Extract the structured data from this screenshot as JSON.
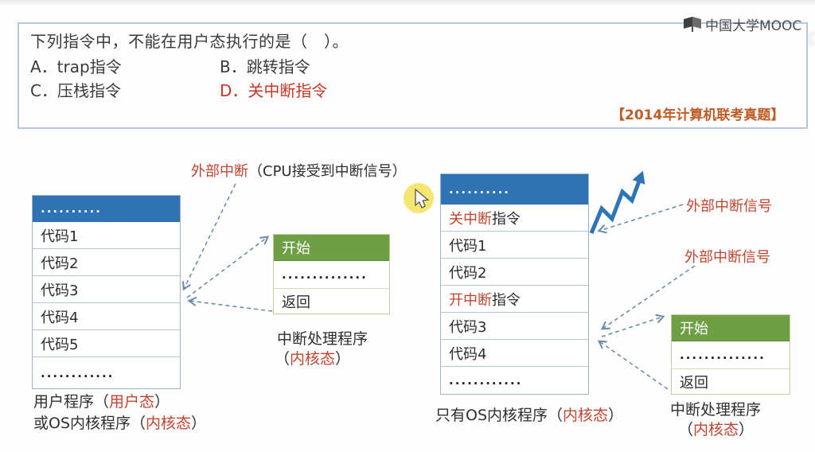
{
  "colors": {
    "header_blue": "#2e74b5",
    "header_green": "#6f9f45",
    "diagram_red": "#c0452e",
    "answer_red": "#cb3524",
    "source_orange": "#c05b25",
    "box_border": "#b3c6de",
    "arrow_gray_blue": "#6e8cab",
    "zigzag_blue": "#2e75b6",
    "cursor_yellow": "#f4e35e"
  },
  "question_box": {
    "title": "下列指令中，不能在用户态执行的是（　）。",
    "option_a": "A．trap指令",
    "option_b": "B．跳转指令",
    "option_c": "C．压栈指令",
    "option_d": "D．关中断指令",
    "source": "【2014年计算机联考真题】"
  },
  "logo": {
    "text": "中国大学MOOC"
  },
  "labels": {
    "ext_interrupt": {
      "red": "外部中断",
      "rest": "（CPU接受到中断信号）"
    },
    "signal1": "外部中断信号",
    "signal2": "外部中断信号",
    "user_prog_line1": {
      "pre": "用户程序（",
      "red": "用户态",
      "post": "）"
    },
    "user_prog_line2": {
      "pre": "或OS内核程序（",
      "red": "内核态",
      "post": "）"
    },
    "kernel_only": {
      "pre": "只有OS内核程序（",
      "red": "内核态",
      "post": "）"
    },
    "handler_mid": {
      "line1": "中断处理程序",
      "pre": "（",
      "red": "内核态",
      "post": "）"
    },
    "handler_right": {
      "line1": "中断处理程序",
      "pre": "（",
      "red": "内核态",
      "post": "）"
    }
  },
  "tables": {
    "user": {
      "header": "..........",
      "rows": [
        "代码1",
        "代码2",
        "代码3",
        "代码4",
        "代码5"
      ],
      "footer": "............"
    },
    "kernel": {
      "header": "..........",
      "r1": {
        "red": "关中断",
        "rest": "指令"
      },
      "r2": "代码1",
      "r3": "代码2",
      "r4": {
        "red": "开中断",
        "rest": "指令"
      },
      "r5": "代码3",
      "r6": "代码4",
      "footer": "............"
    },
    "handler_mid": {
      "header": "开始",
      "dots": "..............",
      "footer": "返回"
    },
    "handler_right": {
      "header": "开始",
      "dots": "..............",
      "footer": "返回"
    }
  }
}
